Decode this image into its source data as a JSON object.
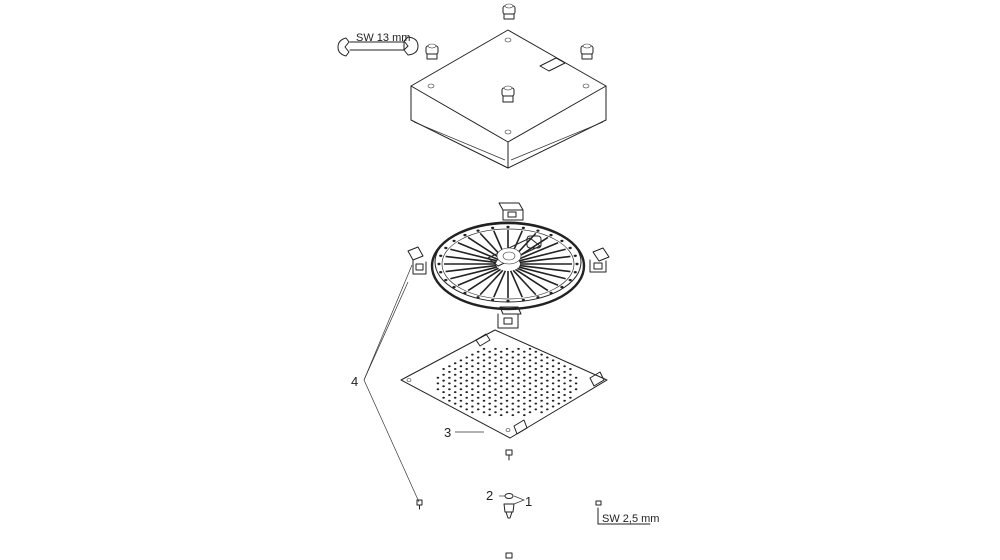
{
  "labels": {
    "wrench_top": "SW 13 mm",
    "wrench_bottom": "SW 2,5 mm",
    "callout_1": "1",
    "callout_2": "2",
    "callout_3": "3",
    "callout_4": "4"
  },
  "colors": {
    "line": "#222222",
    "background": "#ffffff"
  }
}
